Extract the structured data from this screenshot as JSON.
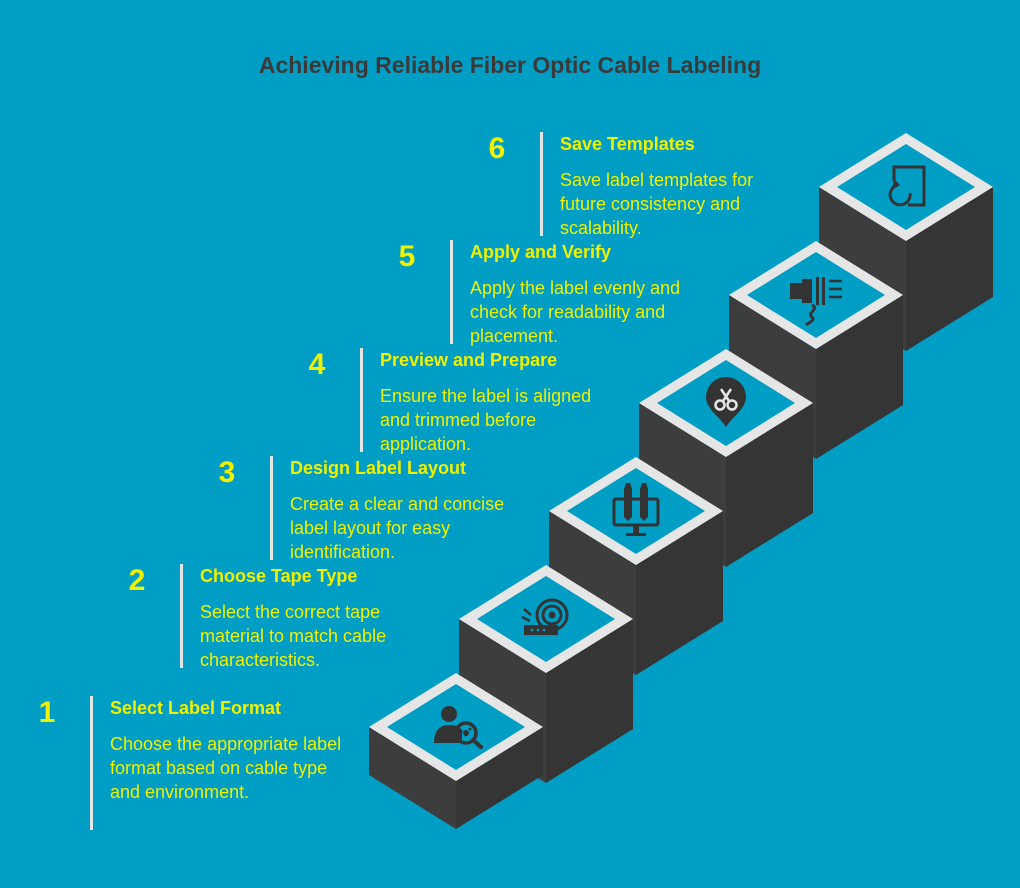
{
  "title": "Achieving Reliable Fiber Optic Cable Labeling",
  "colors": {
    "background": "#009ec5",
    "accent_text": "#f0f000",
    "title_text": "#3a3a3a",
    "step_dark": "#3d3d3d",
    "step_outline": "#e6e6e6"
  },
  "steps": [
    {
      "number": "1",
      "title": "Select Label Format",
      "description": "Choose the appropriate label format based on cable type and environment.",
      "icon": "person-search-icon"
    },
    {
      "number": "2",
      "title": "Choose Tape Type",
      "description": "Select the correct tape material to match cable characteristics.",
      "icon": "tape-roll-icon"
    },
    {
      "number": "3",
      "title": "Design Label Layout",
      "description": "Create a clear and concise label layout for easy identification.",
      "icon": "design-monitor-icon"
    },
    {
      "number": "4",
      "title": "Preview and Prepare",
      "description": "Ensure the label is aligned and trimmed before application.",
      "icon": "scissors-pin-icon"
    },
    {
      "number": "5",
      "title": "Apply and Verify",
      "description": "Apply the label evenly and check for readability and placement.",
      "icon": "cable-plug-icon"
    },
    {
      "number": "6",
      "title": "Save Templates",
      "description": "Save label templates for future consistency and scalability.",
      "icon": "save-template-icon"
    }
  ]
}
